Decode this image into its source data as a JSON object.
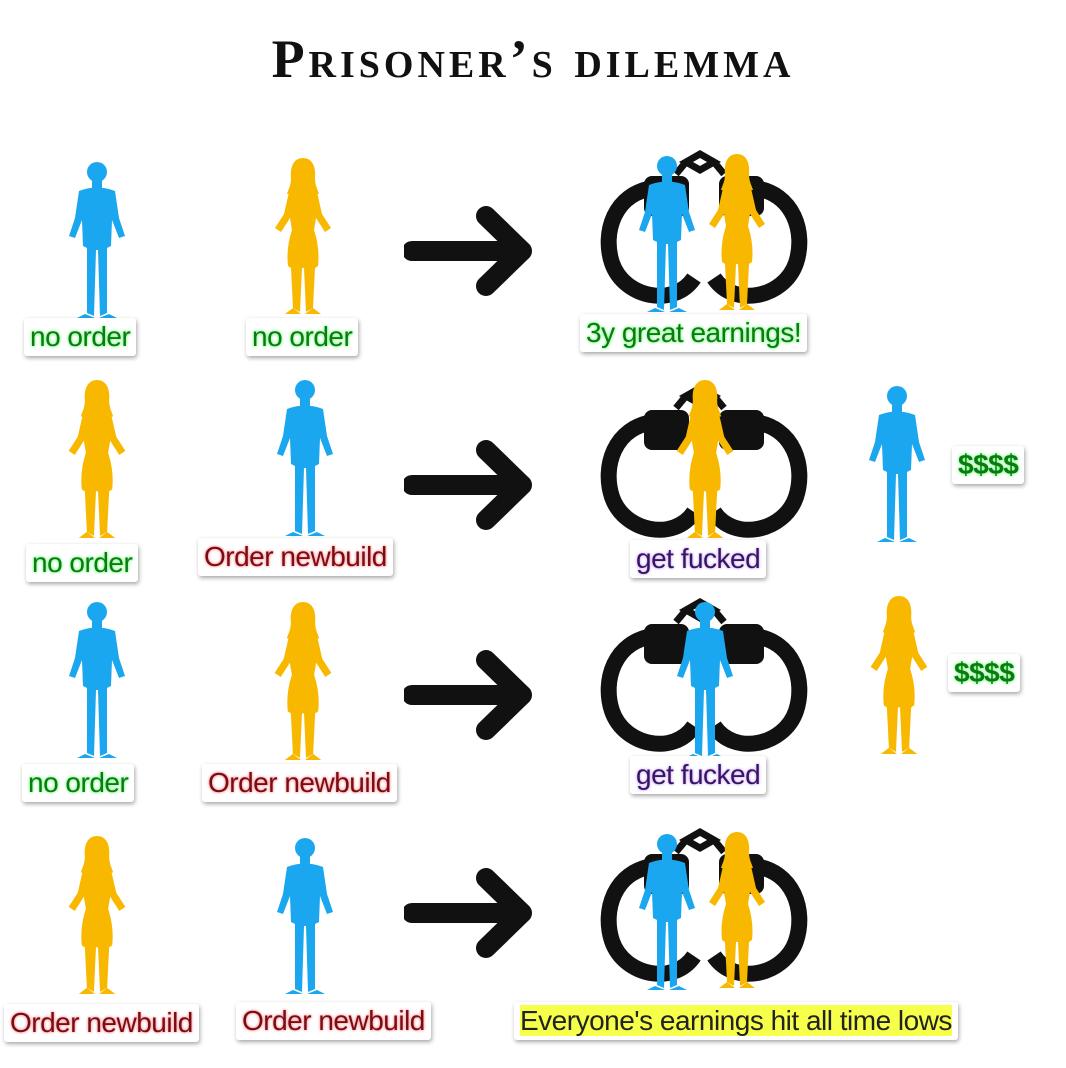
{
  "title": "Prisoner’s dilemma",
  "colors": {
    "blue": "#1aa7ef",
    "yellow": "#f9b800",
    "cuffs": "#111111"
  },
  "rows": [
    {
      "left": {
        "figure": "man-blue-icon",
        "label": "no order"
      },
      "right": {
        "figure": "woman-yellow-icon",
        "label": "no order"
      },
      "result": {
        "label": "3y great earnings!"
      }
    },
    {
      "left": {
        "figure": "woman-yellow-icon",
        "label": "no order"
      },
      "right": {
        "figure": "man-blue-icon",
        "label": "Order newbuild"
      },
      "result": {
        "label": "get fucked"
      },
      "free": {
        "figure": "man-blue-icon",
        "label": "$$$$"
      }
    },
    {
      "left": {
        "figure": "man-blue-icon",
        "label": "no order"
      },
      "right": {
        "figure": "woman-yellow-icon",
        "label": "Order newbuild"
      },
      "result": {
        "label": "get fucked"
      },
      "free": {
        "figure": "woman-yellow-icon",
        "label": "$$$$"
      }
    },
    {
      "left": {
        "figure": "woman-yellow-icon",
        "label": "Order newbuild"
      },
      "right": {
        "figure": "man-blue-icon",
        "label": "Order newbuild"
      },
      "result": {
        "label": "Everyone's earnings hit all time lows"
      }
    }
  ]
}
